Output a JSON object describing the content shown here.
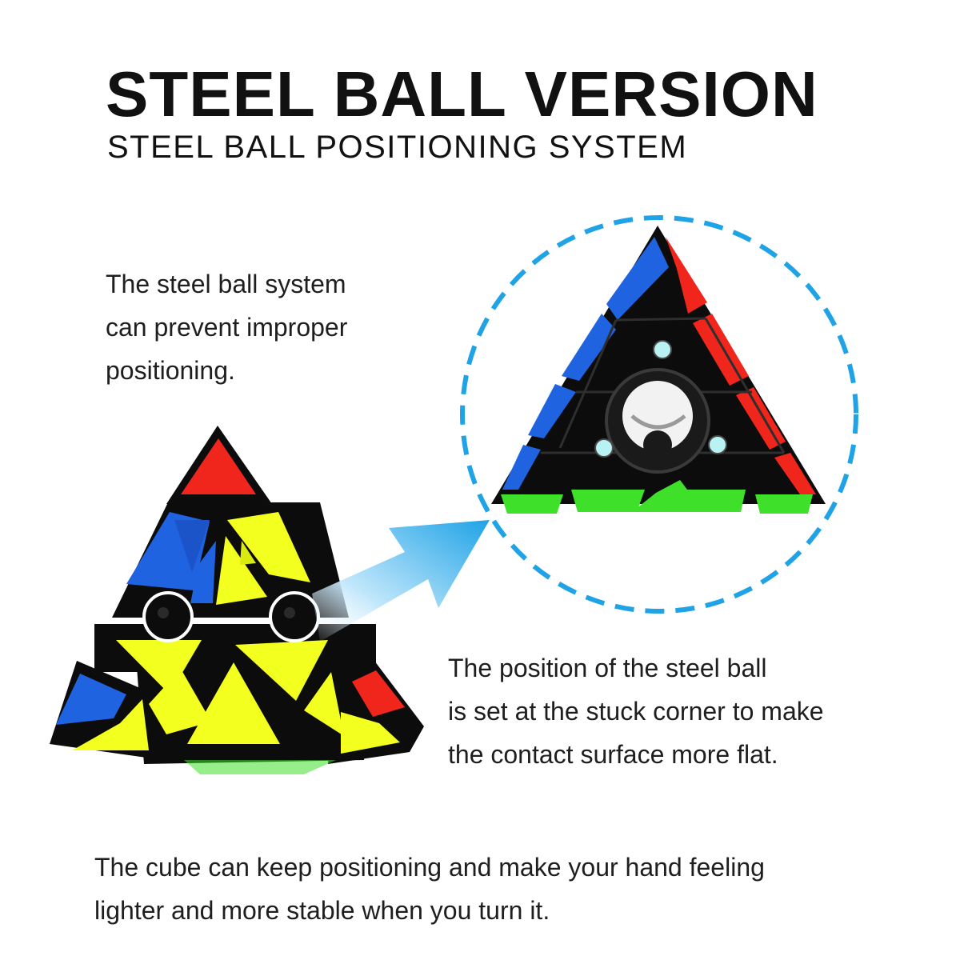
{
  "header": {
    "title": "STEEL BALL VERSION",
    "subtitle": "STEEL BALL POSITIONING SYSTEM"
  },
  "features": [
    {
      "lines": [
        "The steel ball system",
        "can prevent improper",
        "positioning."
      ]
    },
    {
      "lines": [
        "The position of the steel ball",
        "is set at the stuck corner to make",
        "the contact surface more flat."
      ]
    },
    {
      "lines": [
        "The cube can keep positioning and make your hand feeling",
        "lighter and more stable when you turn it."
      ]
    }
  ],
  "colors": {
    "red": "#f0261c",
    "blue": "#1f63e0",
    "yellow": "#f2ff1f",
    "green": "#3fe02a",
    "frame": "#0c0c0c",
    "accent": "#1fa3e6"
  },
  "icons": [
    "pyraminx-puzzle",
    "steel-ball-highlight",
    "pointer-arrow",
    "dashed-zoom-circle",
    "magnet-dot"
  ]
}
